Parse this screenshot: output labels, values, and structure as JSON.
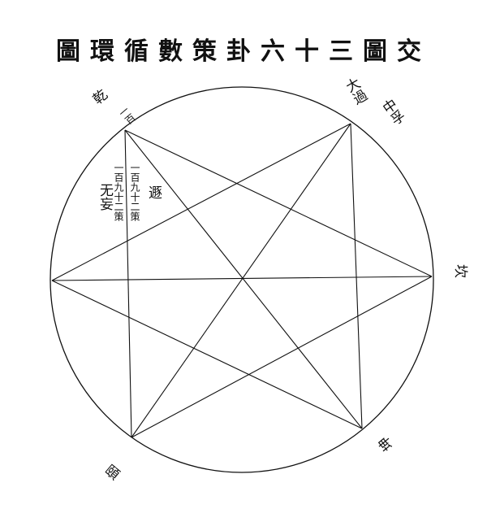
{
  "title": "圖環循數策卦六十三圖交",
  "labels": {
    "qian": "乾",
    "kan": "坎",
    "kun": "坤",
    "daguo": "大過",
    "zhongfu": "中孚",
    "wuwang": "无妄",
    "dun": "遯",
    "yi": "頤",
    "qian_note": "一百",
    "wuwang_note": "一百九十二策",
    "dun_note": "一百九十二策"
  },
  "colors": {
    "ink": "#111111",
    "paper": "#ffffff"
  }
}
